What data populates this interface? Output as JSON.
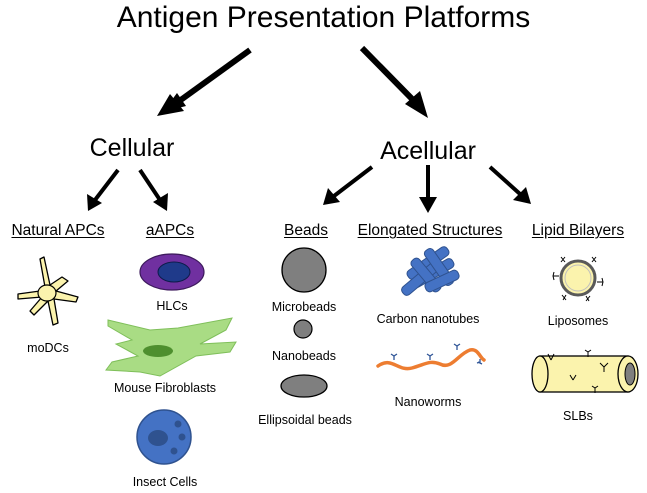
{
  "title": "Antigen Presentation Platforms",
  "branches": {
    "cellular": {
      "label": "Cellular",
      "groups": {
        "natural_apcs": {
          "label": "Natural APCs",
          "items": [
            "moDCs"
          ]
        },
        "aapcs": {
          "label": "aAPCs",
          "items": [
            "HLCs",
            "Mouse Fibroblasts",
            "Insect Cells"
          ]
        }
      }
    },
    "acellular": {
      "label": "Acellular",
      "groups": {
        "beads": {
          "label": "Beads",
          "items": [
            "Microbeads",
            "Nanobeads",
            "Ellipsoidal beads"
          ]
        },
        "elongated": {
          "label": "Elongated Structures",
          "items": [
            "Carbon nanotubes",
            "Nanoworms"
          ]
        },
        "lipid": {
          "label": "Lipid Bilayers",
          "items": [
            "Liposomes",
            "SLBs"
          ]
        }
      }
    }
  },
  "colors": {
    "dendritic_cell": "#fbf3ad",
    "hlc_outer": "#7030a0",
    "hlc_nucleus": "#1f3a8a",
    "fibroblast": "#a9dc84",
    "fibroblast_nucleus": "#4e8f2e",
    "insect_cell": "#4472c4",
    "insect_nucleus": "#2f528f",
    "bead_gray": "#7f7f7f",
    "nanotube": "#4472c4",
    "nanoworm": "#ed7d31",
    "antibody": "#2f5597",
    "liposome_fill": "#fbf3ad",
    "slb_fill": "#fbf3ad",
    "arrow": "#000000"
  },
  "icons": [
    "dendritic-cell-icon",
    "hlc-cell-icon",
    "fibroblast-icon",
    "insect-cell-icon",
    "microbead-icon",
    "nanobead-icon",
    "ellipsoidal-bead-icon",
    "carbon-nanotube-icon",
    "nanoworm-icon",
    "liposome-icon",
    "slb-icon"
  ]
}
